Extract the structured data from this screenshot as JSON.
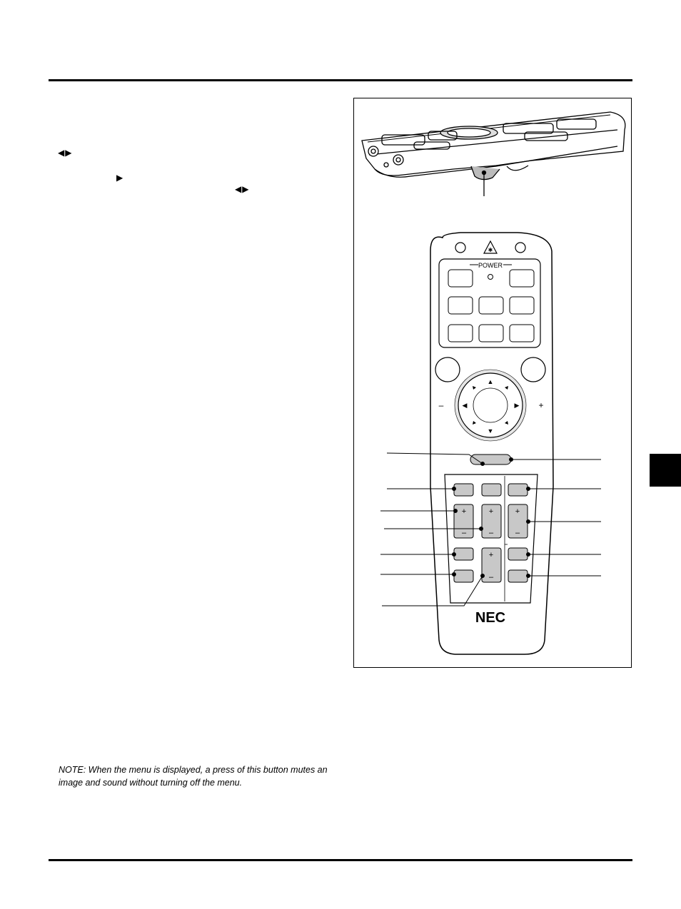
{
  "page": {
    "note": "NOTE: When the menu is displayed, a press of this button mutes an image and sound without turning off the menu.",
    "glyphs": {
      "left_right_1": "◀▶",
      "right": "▶",
      "left_right_2": "◀▶"
    }
  },
  "remote": {
    "power_label": "POWER",
    "brand": "NEC",
    "minus": "–",
    "plus": "+",
    "up_arrow": "▲",
    "down_arrow": "▼",
    "left_arrow": "◀",
    "right_arrow": "▶"
  },
  "icons": [
    "laser-warning-icon",
    "power-indicator-icon",
    "select-arrow-icons"
  ]
}
